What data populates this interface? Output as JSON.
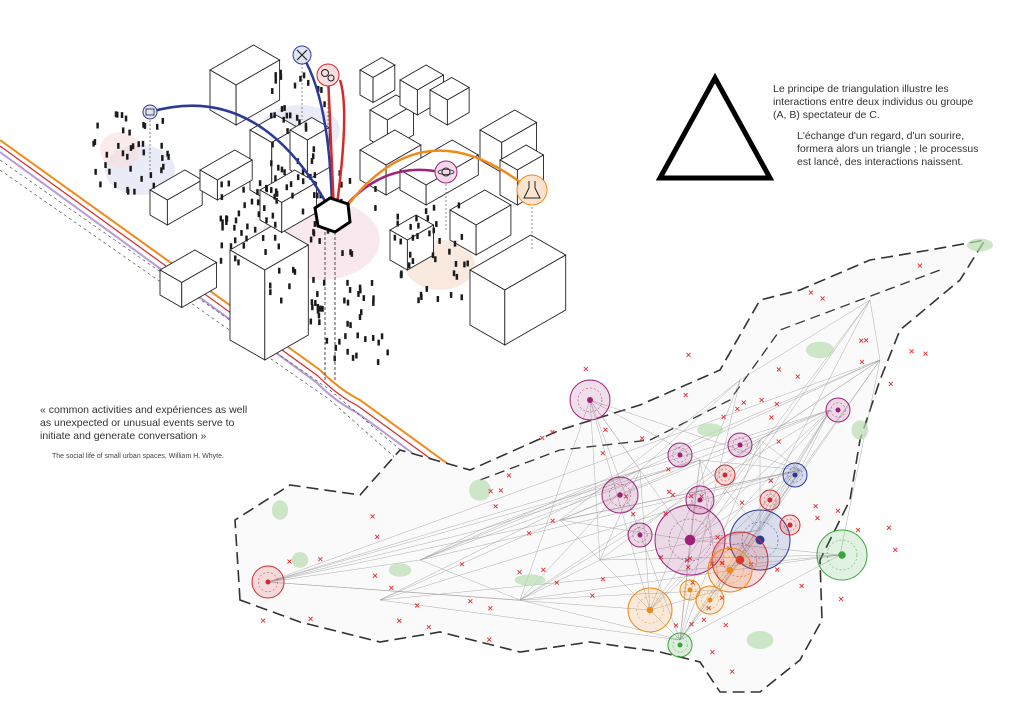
{
  "triangulation": {
    "paragraph_1": "Le principe de triangulation illustre les interactions entre deux individus ou groupe (A, B) spectateur de C.",
    "paragraph_2": "L'échange d'un regard, d'un sourire, formera alors un triangle ; le processus est lancé, des interactions naissent."
  },
  "quote": {
    "text": "« common activities and expériences as well as unexpected or unusual events serve to initiate and generate conversation »",
    "citation": "The social life of small urban spaces,  William H. Whyte."
  },
  "colors": {
    "blue": "#2b3a9a",
    "red": "#d42a2a",
    "purple": "#a0207a",
    "orange": "#f08a1a",
    "green": "#3aa63a",
    "map_red_cross": "#e03030"
  },
  "icons": [
    "book-icon",
    "tools-icon",
    "gears-icon",
    "planet-icon",
    "flask-icon",
    "triangle-icon"
  ]
}
